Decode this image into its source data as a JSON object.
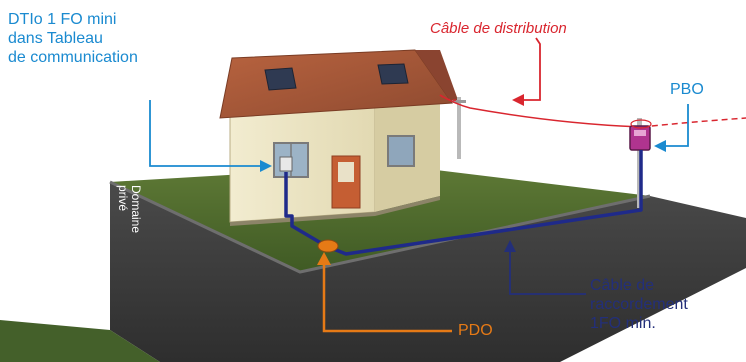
{
  "labels": {
    "dtio": [
      "DTIo 1 FO mini",
      "dans Tableau",
      "de communication"
    ],
    "cable_distribution": "Câble de distribution",
    "pbo": "PBO",
    "domaine_prive": [
      "Domaine",
      "privé"
    ],
    "cable_raccordement": [
      "Câble de",
      "raccordement",
      "1FO min."
    ],
    "pdo": "PDO"
  },
  "colors": {
    "dtio_label": "#1a8ad0",
    "pbo_label": "#1a8ad0",
    "distribution_cable": "#d9262f",
    "raccordement_cable": "#232f7a",
    "pdo_label": "#e67a16",
    "grass": "#4e6a2a",
    "road": "#3a3a3a",
    "wall": "#ede6c4",
    "roof": "#a5563a"
  }
}
